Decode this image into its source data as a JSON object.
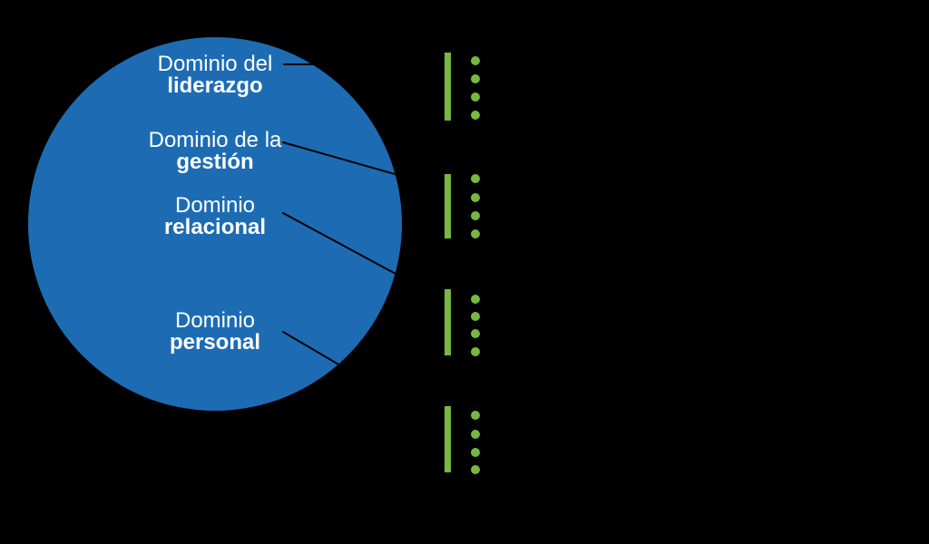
{
  "colors": {
    "background": "#000000",
    "circle_fill": "#1D6CB3",
    "bullet_green": "#76B843",
    "connector_line": "#000000",
    "label_text": "#FFFFFF"
  },
  "circle_diagram": {
    "domains": [
      {
        "label_line1": "Dominio del",
        "label_line2": "liderazgo",
        "bullet_count": 4
      },
      {
        "label_line1": "Dominio de la",
        "label_line2": "gestión",
        "bullet_count": 4
      },
      {
        "label_line1": "Dominio",
        "label_line2": "relacional",
        "bullet_count": 4
      },
      {
        "label_line1": "Dominio",
        "label_line2": "personal",
        "bullet_count": 4
      }
    ]
  }
}
